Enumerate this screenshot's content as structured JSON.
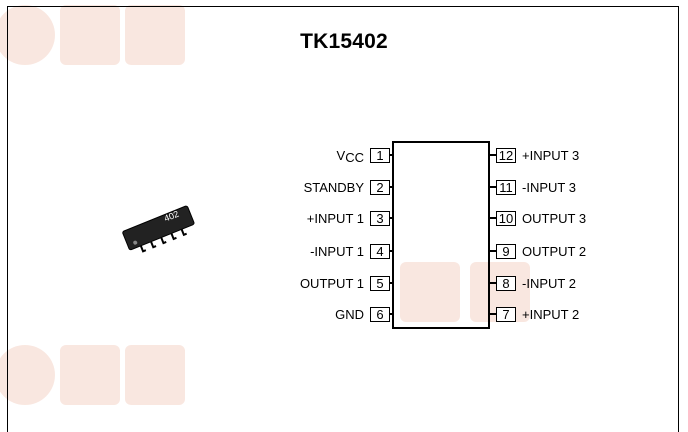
{
  "title": "TK15402",
  "package_marking": "402",
  "left_pins": [
    {
      "number": "1",
      "label_main": "V",
      "label_sub": "CC"
    },
    {
      "number": "2",
      "label_main": "STANDBY",
      "label_sub": ""
    },
    {
      "number": "3",
      "label_main": "+INPUT 1",
      "label_sub": ""
    },
    {
      "number": "4",
      "label_main": "-INPUT 1",
      "label_sub": ""
    },
    {
      "number": "5",
      "label_main": "OUTPUT 1",
      "label_sub": ""
    },
    {
      "number": "6",
      "label_main": "GND",
      "label_sub": ""
    }
  ],
  "right_pins": [
    {
      "number": "12",
      "label": "+INPUT 3"
    },
    {
      "number": "11",
      "label": "-INPUT 3"
    },
    {
      "number": "10",
      "label": "OUTPUT 3"
    },
    {
      "number": "9",
      "label": "OUTPUT 2"
    },
    {
      "number": "8",
      "label": "-INPUT 2"
    },
    {
      "number": "7",
      "label": "+INPUT 2"
    }
  ],
  "colors": {
    "watermark": "#f6d9cf",
    "line": "#000000"
  }
}
